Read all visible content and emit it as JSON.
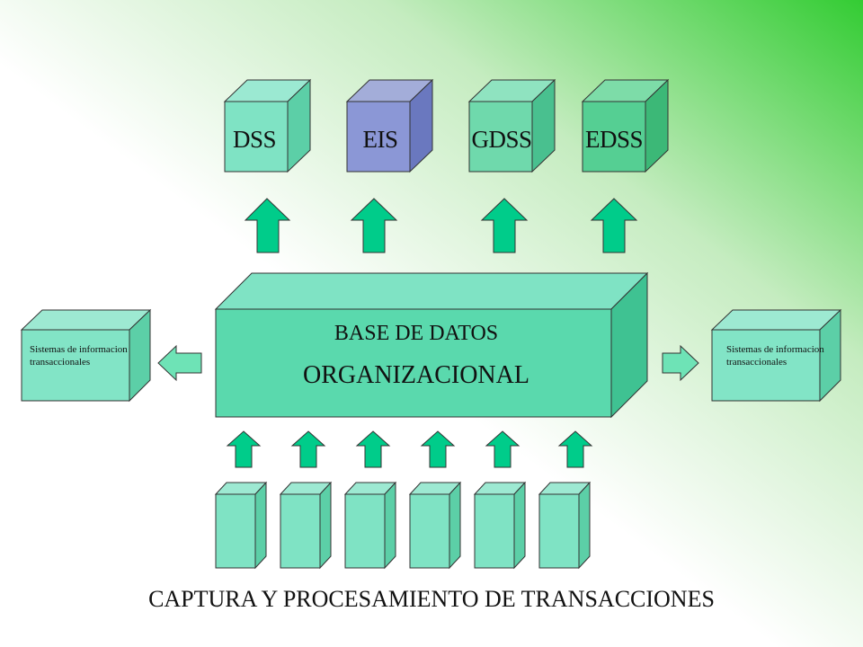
{
  "top_systems": [
    {
      "label": "DSS",
      "color": "#7fe3c4"
    },
    {
      "label": "EIS",
      "color": "#8b97d6"
    },
    {
      "label": "GDSS",
      "color": "#6fd9ac"
    },
    {
      "label": "EDSS",
      "color": "#55cf93"
    }
  ],
  "database": {
    "line1": "BASE DE DATOS",
    "line2": "ORGANIZACIONAL"
  },
  "side_systems": {
    "left": "Sistemas de informacion transaccionales",
    "right": "Sistemas de informacion transaccionales"
  },
  "footer_caption": "CAPTURA Y PROCESAMIENTO DE TRANSACCIONES",
  "colors": {
    "arrow_green": "#00cc8a",
    "arrow_light": "#6ee3b6",
    "box_face": "#7de5c4",
    "bg_accent": "#33cc33"
  }
}
